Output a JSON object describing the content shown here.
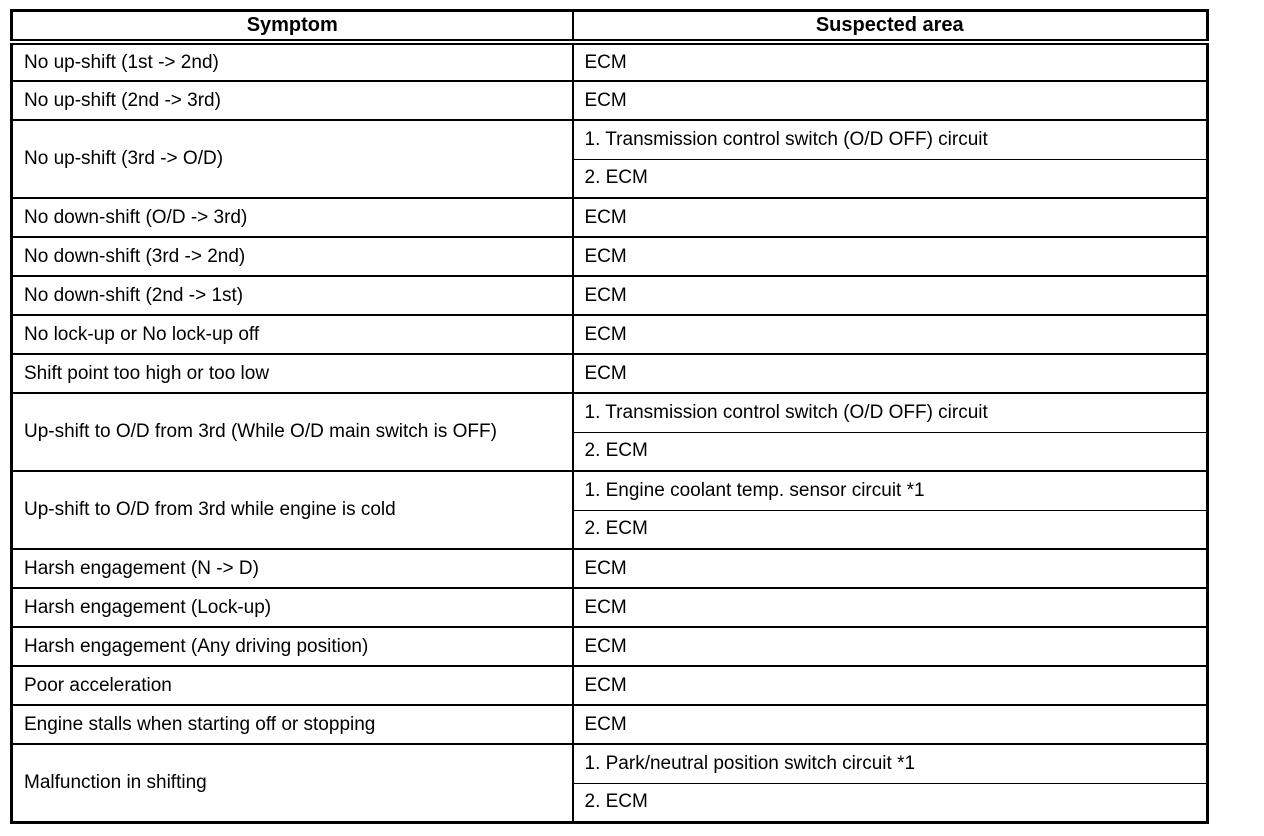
{
  "colors": {
    "background": "#ffffff",
    "border": "#000000",
    "text": "#000000"
  },
  "table": {
    "columns": [
      "Symptom",
      "Suspected area"
    ],
    "rows": [
      {
        "symptom": "No up-shift (1st -> 2nd)",
        "suspected_areas": [
          "ECM"
        ]
      },
      {
        "symptom": "No up-shift (2nd -> 3rd)",
        "suspected_areas": [
          "ECM"
        ]
      },
      {
        "symptom": "No up-shift (3rd -> O/D)",
        "suspected_areas": [
          "1. Transmission control switch (O/D OFF) circuit",
          "2. ECM"
        ]
      },
      {
        "symptom": "No down-shift (O/D -> 3rd)",
        "suspected_areas": [
          "ECM"
        ]
      },
      {
        "symptom": "No down-shift (3rd -> 2nd)",
        "suspected_areas": [
          "ECM"
        ]
      },
      {
        "symptom": "No down-shift (2nd -> 1st)",
        "suspected_areas": [
          "ECM"
        ]
      },
      {
        "symptom": "No lock-up or No lock-up off",
        "suspected_areas": [
          "ECM"
        ]
      },
      {
        "symptom": "Shift point too high or too low",
        "suspected_areas": [
          "ECM"
        ]
      },
      {
        "symptom": "Up-shift to O/D from 3rd (While O/D main switch is OFF)",
        "suspected_areas": [
          "1. Transmission control switch (O/D OFF) circuit",
          "2. ECM"
        ]
      },
      {
        "symptom": "Up-shift to O/D from 3rd while engine is cold",
        "suspected_areas": [
          "1. Engine coolant temp. sensor circuit *1",
          "2. ECM"
        ]
      },
      {
        "symptom": "Harsh engagement (N -> D)",
        "suspected_areas": [
          "ECM"
        ]
      },
      {
        "symptom": "Harsh engagement (Lock-up)",
        "suspected_areas": [
          "ECM"
        ]
      },
      {
        "symptom": "Harsh engagement (Any driving position)",
        "suspected_areas": [
          "ECM"
        ]
      },
      {
        "symptom": "Poor acceleration",
        "suspected_areas": [
          "ECM"
        ]
      },
      {
        "symptom": "Engine stalls when starting off or stopping",
        "suspected_areas": [
          "ECM"
        ]
      },
      {
        "symptom": "Malfunction in shifting",
        "suspected_areas": [
          "1. Park/neutral position switch circuit *1",
          "2. ECM"
        ]
      }
    ]
  }
}
